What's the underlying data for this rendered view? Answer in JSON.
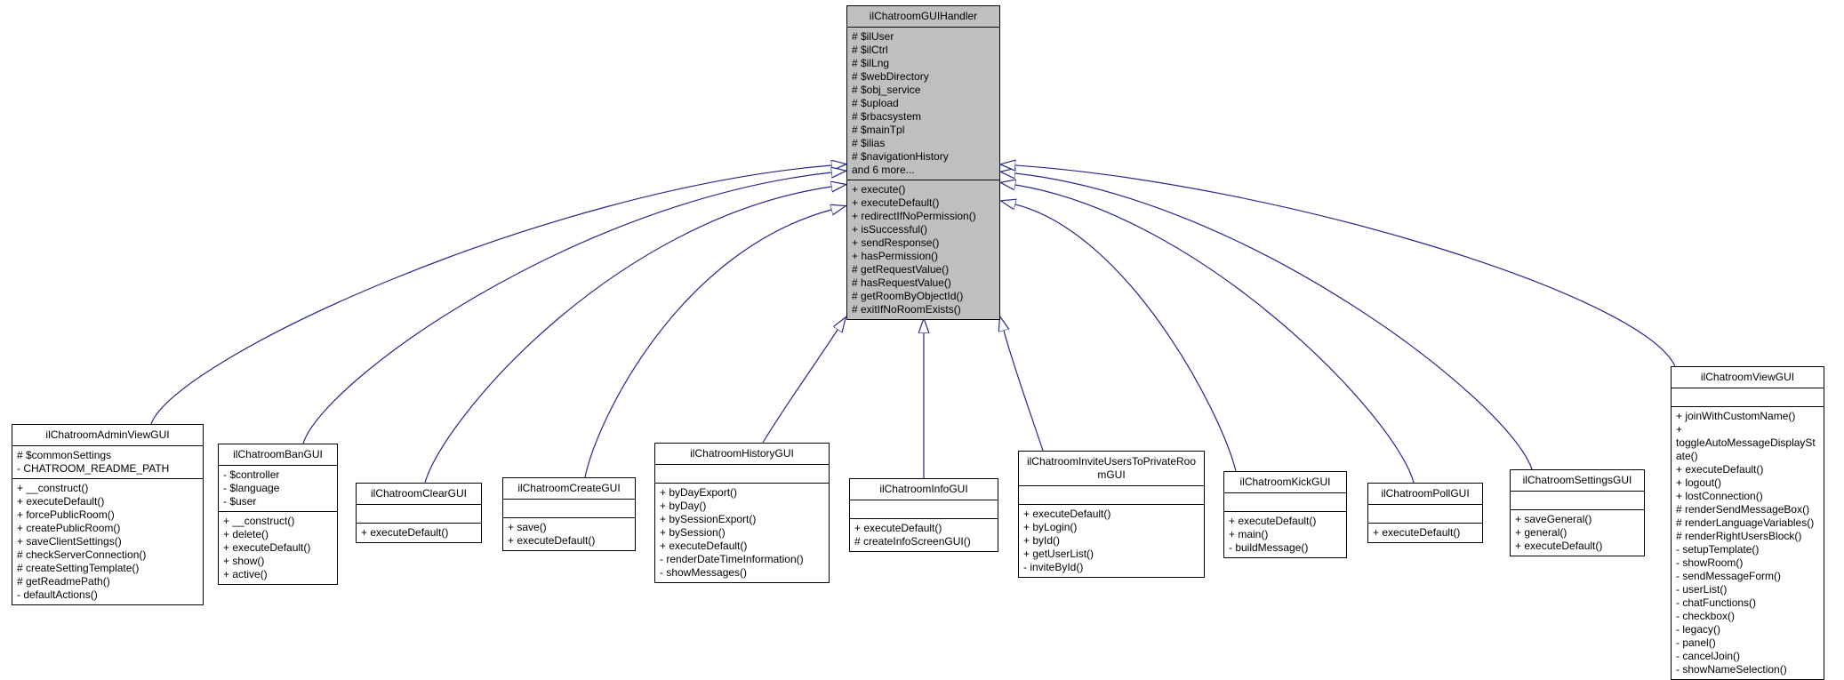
{
  "diagram": {
    "kind": "uml-inheritance-diagram",
    "parent_class": {
      "name": "ilChatroomGUIHandler",
      "fields": [
        "# $ilUser",
        "# $ilCtrl",
        "# $ilLng",
        "# $webDirectory",
        "# $obj_service",
        "# $upload",
        "# $rbacsystem",
        "# $mainTpl",
        "# $ilias",
        "# $navigationHistory",
        "and 6 more..."
      ],
      "methods": [
        "+ execute()",
        "+ executeDefault()",
        "+ redirectIfNoPermission()",
        "+ isSuccessful()",
        "+ sendResponse()",
        "+ hasPermission()",
        "# getRequestValue()",
        "# hasRequestValue()",
        "# getRoomByObjectId()",
        "# exitIfNoRoomExists()"
      ]
    },
    "child_classes": [
      {
        "name": "ilChatroomAdminViewGUI",
        "fields": [
          "# $commonSettings",
          "- CHATROOM_README_PATH"
        ],
        "methods": [
          "+ __construct()",
          "+ executeDefault()",
          "+ forcePublicRoom()",
          "+ createPublicRoom()",
          "+ saveClientSettings()",
          "# checkServerConnection()",
          "# createSettingTemplate()",
          "# getReadmePath()",
          "- defaultActions()"
        ]
      },
      {
        "name": "ilChatroomBanGUI",
        "fields": [
          "- $controller",
          "- $language",
          "- $user"
        ],
        "methods": [
          "+ __construct()",
          "+ delete()",
          "+ executeDefault()",
          "+ show()",
          "+ active()"
        ]
      },
      {
        "name": "ilChatroomClearGUI",
        "fields": [],
        "methods": [
          "+ executeDefault()"
        ]
      },
      {
        "name": "ilChatroomCreateGUI",
        "fields": [],
        "methods": [
          "+ save()",
          "+ executeDefault()"
        ]
      },
      {
        "name": "ilChatroomHistoryGUI",
        "fields": [],
        "methods": [
          "+ byDayExport()",
          "+ byDay()",
          "+ bySessionExport()",
          "+ bySession()",
          "+ executeDefault()",
          "- renderDateTimeInformation()",
          "- showMessages()"
        ]
      },
      {
        "name": "ilChatroomInfoGUI",
        "fields": [],
        "methods": [
          "+ executeDefault()",
          "# createInfoScreenGUI()"
        ]
      },
      {
        "name": "ilChatroomInviteUsersToPrivateRoomGUI",
        "fields": [],
        "methods": [
          "+ executeDefault()",
          "+ byLogin()",
          "+ byId()",
          "+ getUserList()",
          "- inviteById()"
        ]
      },
      {
        "name": "ilChatroomKickGUI",
        "fields": [],
        "methods": [
          "+ executeDefault()",
          "+ main()",
          "- buildMessage()"
        ]
      },
      {
        "name": "ilChatroomPollGUI",
        "fields": [],
        "methods": [
          "+ executeDefault()"
        ]
      },
      {
        "name": "ilChatroomSettingsGUI",
        "fields": [],
        "methods": [
          "+ saveGeneral()",
          "+ general()",
          "+ executeDefault()"
        ]
      },
      {
        "name": "ilChatroomViewGUI",
        "fields": [],
        "methods": [
          "+ joinWithCustomName()",
          "+ toggleAutoMessageDisplayState()",
          "+ executeDefault()",
          "+ logout()",
          "+ lostConnection()",
          "# renderSendMessageBox()",
          "# renderLanguageVariables()",
          "# renderRightUsersBlock()",
          "- setupTemplate()",
          "- showRoom()",
          "- sendMessageForm()",
          "- userList()",
          "- chatFunctions()",
          "- checkbox()",
          "- legacy()",
          "- panel()",
          "- cancelJoin()",
          "- showNameSelection()"
        ]
      }
    ]
  },
  "colors": {
    "edge": "#26268c",
    "parent_fill": "#bfbfbf",
    "child_fill": "#ffffff",
    "border": "#000000"
  }
}
